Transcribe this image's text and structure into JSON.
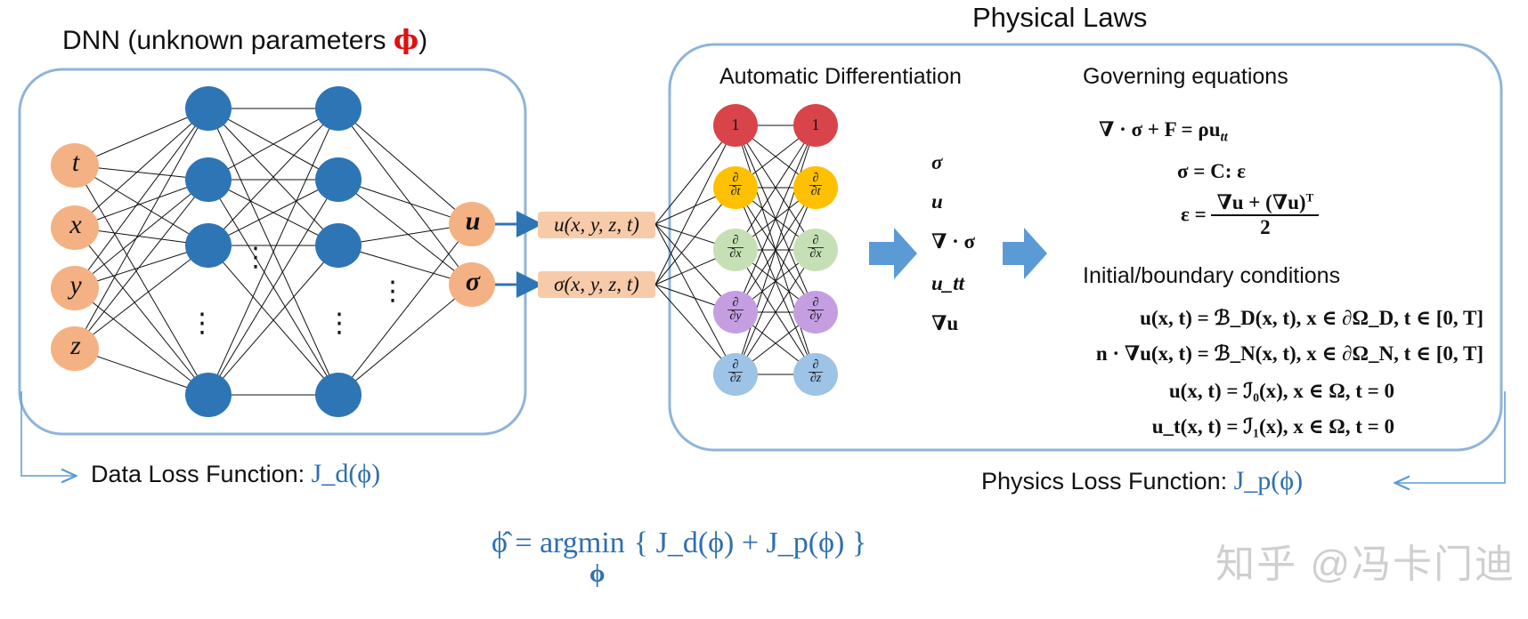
{
  "titles": {
    "dnn_prefix": "DNN (unknown parameters ",
    "dnn_phi": "ϕ",
    "dnn_suffix": ")",
    "physical_laws": "Physical Laws",
    "auto_diff": "Automatic Differentiation",
    "governing": "Governing equations",
    "initial_boundary": "Initial/boundary conditions"
  },
  "inputs": [
    "t",
    "x",
    "y",
    "z"
  ],
  "outputs": [
    "u",
    "σ"
  ],
  "output_boxes": [
    "u(x, y, z, t)",
    "σ(x, y, z, t)"
  ],
  "hidden_ellipsis": [
    "⋮",
    "⋮",
    "⋮",
    "⋮"
  ],
  "ad_first_label": "1",
  "ad_derivatives": [
    {
      "num": "∂",
      "den": "∂t"
    },
    {
      "num": "∂",
      "den": "∂x"
    },
    {
      "num": "∂",
      "den": "∂y"
    },
    {
      "num": "∂",
      "den": "∂z"
    }
  ],
  "derived_quantities": [
    "σ",
    "u",
    "∇ · σ",
    "u_tt",
    "∇u"
  ],
  "governing_equations": {
    "eq1": "∇ · σ + F = ρu",
    "eq1_sub": "tt",
    "eq2": "σ = C: ε",
    "eq3_lhs": "ε = ",
    "eq3_num": "∇u + (∇u)",
    "eq3_sup": "T",
    "eq3_den": "2"
  },
  "conditions": [
    "u(x, t) = ℬ_D(x, t), x ∈ ∂Ω_D, t ∈ [0, T]",
    "n · ∇u(x, t) = ℬ_N(x, t), x ∈ ∂Ω_N, t ∈ [0, T]",
    "u(x, t) = ℐ₀(x), x ∈ Ω, t = 0",
    "u_t(x, t) = ℐ₁(x), x ∈ Ω, t = 0"
  ],
  "losses": {
    "data_label": "Data Loss Function: ",
    "data_math": "J_d(ϕ)",
    "physics_label": "Physics Loss Function: ",
    "physics_math": "J_p(ϕ)"
  },
  "objective": {
    "lhs": "ϕ̂ = argmin",
    "under": "ϕ",
    "rhs": "{ J_d(ϕ) + J_p(ϕ) }"
  },
  "watermark": "知乎 @冯卡门迪",
  "colors": {
    "input_node": "#f4b183",
    "hidden_node": "#2e75b6",
    "box_border": "#8fb4d9",
    "arrow": "#5b9bd5",
    "ad_one": "#d9434a",
    "ad_t": "#ffc000",
    "ad_x": "#c5e0b4",
    "ad_y": "#c59ee2",
    "ad_z": "#9dc3e6",
    "loss_text": "#2f6fb0"
  }
}
